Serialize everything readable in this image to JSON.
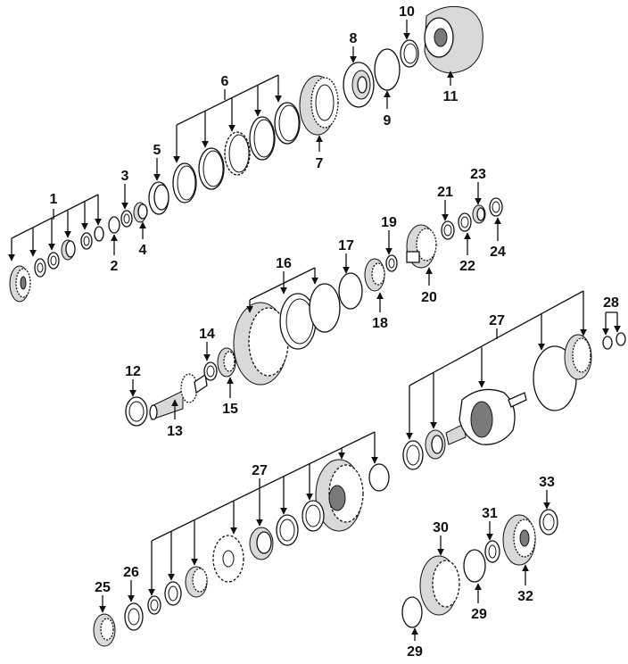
{
  "labels": [
    {
      "id": "c1",
      "text": "1"
    },
    {
      "id": "c2",
      "text": "2"
    },
    {
      "id": "c3",
      "text": "3"
    },
    {
      "id": "c4",
      "text": "4"
    },
    {
      "id": "c5",
      "text": "5"
    },
    {
      "id": "c6",
      "text": "6"
    },
    {
      "id": "c7",
      "text": "7"
    },
    {
      "id": "c8",
      "text": "8"
    },
    {
      "id": "c9",
      "text": "9"
    },
    {
      "id": "c10",
      "text": "10"
    },
    {
      "id": "c11",
      "text": "11"
    },
    {
      "id": "c12",
      "text": "12"
    },
    {
      "id": "c13",
      "text": "13"
    },
    {
      "id": "c14",
      "text": "14"
    },
    {
      "id": "c15",
      "text": "15"
    },
    {
      "id": "c16",
      "text": "16"
    },
    {
      "id": "c17",
      "text": "17"
    },
    {
      "id": "c18",
      "text": "18"
    },
    {
      "id": "c19",
      "text": "19"
    },
    {
      "id": "c20",
      "text": "20"
    },
    {
      "id": "c21",
      "text": "21"
    },
    {
      "id": "c22",
      "text": "22"
    },
    {
      "id": "c23",
      "text": "23"
    },
    {
      "id": "c24",
      "text": "24"
    },
    {
      "id": "c25",
      "text": "25"
    },
    {
      "id": "c26",
      "text": "26"
    },
    {
      "id": "c27a",
      "text": "27"
    },
    {
      "id": "c27b",
      "text": "27"
    },
    {
      "id": "c28",
      "text": "28"
    },
    {
      "id": "c29a",
      "text": "29"
    },
    {
      "id": "c29b",
      "text": "29"
    },
    {
      "id": "c30",
      "text": "30"
    },
    {
      "id": "c31",
      "text": "31"
    },
    {
      "id": "c32",
      "text": "32"
    },
    {
      "id": "c33",
      "text": "33"
    }
  ]
}
